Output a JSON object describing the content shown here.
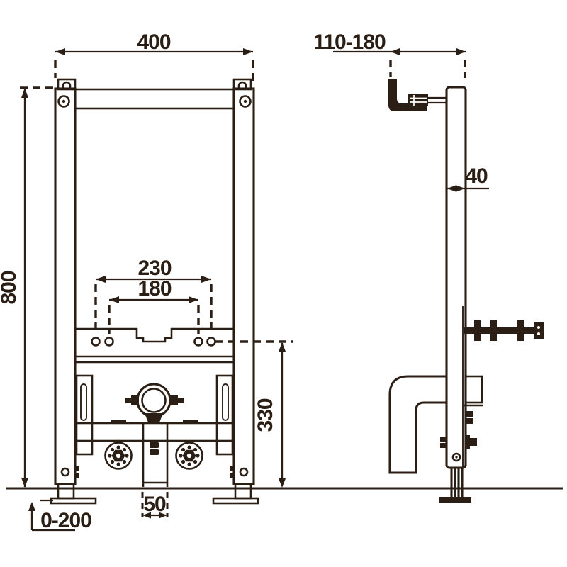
{
  "colors": {
    "ink": "#2b1e15",
    "background": "#ffffff"
  },
  "dimensions": {
    "frame_width": "400",
    "frame_height": "800",
    "supply_depth_range": "110-180",
    "profile_depth": "40",
    "fixing_spread_outer": "230",
    "fixing_spread_inner": "180",
    "drain_center_height": "330",
    "drain_pipe_width": "50",
    "leg_adjustment_range": "0-200"
  }
}
